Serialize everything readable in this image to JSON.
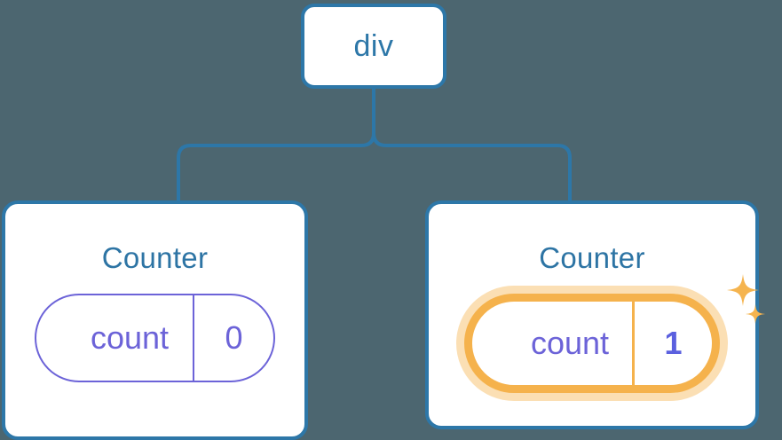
{
  "diagram": {
    "type": "component-tree",
    "background_color": "#4c6670",
    "accent_blue": "#2d77a8",
    "accent_indigo": "#6c63d8",
    "accent_orange": "#f5b24c",
    "accent_orange_glow": "#fbdfb4"
  },
  "root": {
    "label": "div"
  },
  "children": [
    {
      "label": "Counter",
      "state_key": "count",
      "state_value": "0",
      "highlighted": false
    },
    {
      "label": "Counter",
      "state_key": "count",
      "state_value": "1",
      "highlighted": true
    }
  ]
}
